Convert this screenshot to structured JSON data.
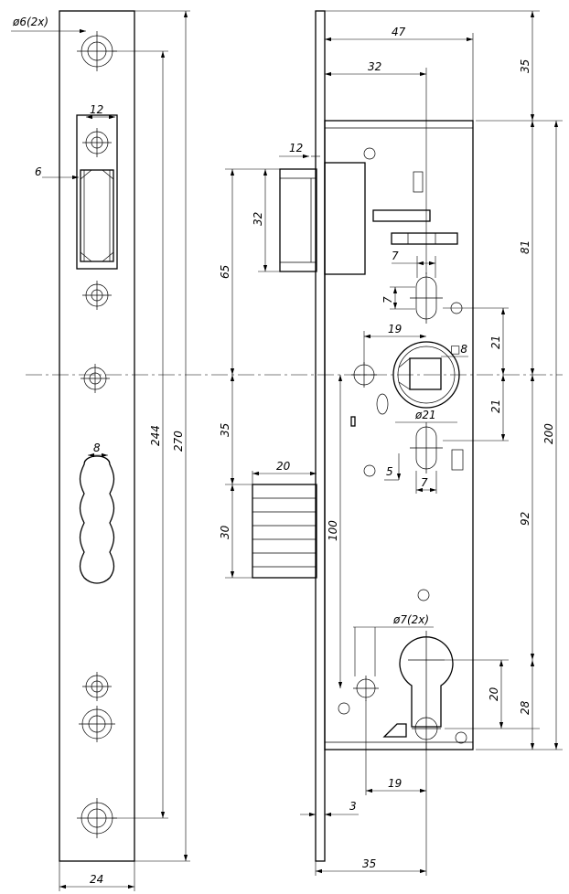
{
  "dimensions": {
    "d_hole_6": "ø6(2x)",
    "w_12_left": "12",
    "d_6": "6",
    "w_8": "8",
    "v_244": "244",
    "v_270": "270",
    "w_24": "24",
    "w_12_bolt": "12",
    "v_32": "32",
    "v_65": "65",
    "v_35_lower": "35",
    "w_20": "20",
    "v_30": "30",
    "v_100": "100",
    "h_47": "47",
    "h_32": "32",
    "v_35_top": "35",
    "v_81": "81",
    "h_7_top": "7",
    "v_7": "7",
    "h_19_top": "19",
    "sq_8": "□8",
    "v_21_upper": "21",
    "v_21_lower": "21",
    "d_21": "ø21",
    "v_200": "200",
    "v_5": "5",
    "h_7_bottom": "7",
    "v_92": "92",
    "d_7_2x": "ø7(2x)",
    "v_20": "20",
    "v_28": "28",
    "h_19_bottom": "19",
    "h_3": "3",
    "h_35_bottom": "35"
  }
}
